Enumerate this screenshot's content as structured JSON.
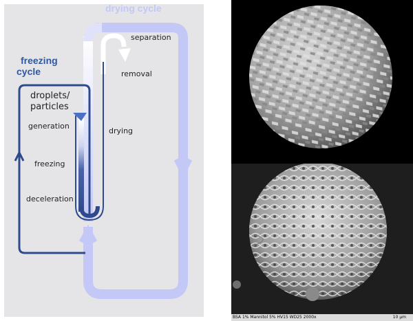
{
  "diagram": {
    "drying_cycle_title": "drying cycle",
    "freezing_cycle_title_line1": "freezing",
    "freezing_cycle_title_line2": "cycle",
    "labels": {
      "separation": "separation",
      "removal": "removal",
      "droplets_line1": "droplets/",
      "droplets_line2": "particles",
      "generation": "generation",
      "drying": "drying",
      "freezing": "freezing",
      "deceleration": "deceleration"
    },
    "colors": {
      "drying_loop": "#c3c8f6",
      "freezing_loop": "#2f4a8c",
      "drying_title": "#c3c8f6",
      "freezing_title": "#2f57a0",
      "panel_background": "#e5e5e7",
      "white_arrow": "#ffffff"
    }
  },
  "images": {
    "top": {
      "icon": "particle-model-render",
      "background": "#000000"
    },
    "bottom": {
      "icon": "sem-micrograph",
      "caption": "BSA 1% Mannitol 5% HV15 WD25 2000x",
      "scale_label": "10 µm"
    }
  }
}
